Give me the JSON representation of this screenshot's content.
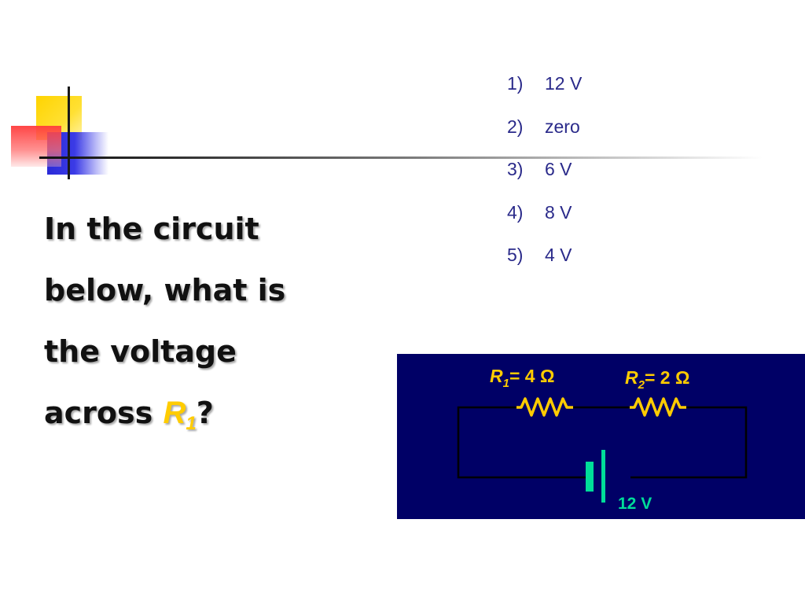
{
  "question": {
    "line1": "In the circuit",
    "line2": "below, what is",
    "line3": "the voltage",
    "line4_prefix": "across ",
    "var_letter": "R",
    "var_sub": "1",
    "suffix": "?"
  },
  "answers": [
    {
      "num": "1)",
      "text": "12 V"
    },
    {
      "num": "2)",
      "text": "zero"
    },
    {
      "num": "3)",
      "text": "6 V"
    },
    {
      "num": "4)",
      "text": "8 V"
    },
    {
      "num": "5)",
      "text": "4 V"
    }
  ],
  "circuit": {
    "r1": {
      "letter": "R",
      "sub": "1",
      "value": "= 4 Ω"
    },
    "r2": {
      "letter": "R",
      "sub": "2",
      "value": "= 2 Ω"
    },
    "battery_label": "12 V"
  },
  "colors": {
    "circuit_background": "#000066",
    "wire": "#000000",
    "resistor_label": "#ffcc00",
    "battery": "#00dd99",
    "answer_text": "#2a2a8a",
    "question_text": "#111111",
    "highlight_variable": "#ffcc00"
  }
}
